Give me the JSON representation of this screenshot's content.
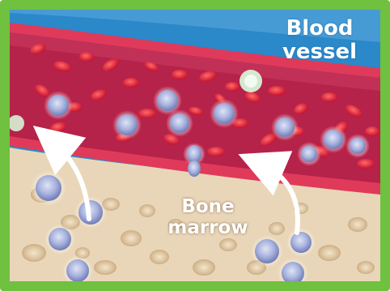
{
  "labels": {
    "blood_vessel": [
      "Blood",
      "vessel"
    ],
    "bone_marrow": [
      "Bone",
      "marrow"
    ]
  },
  "colors": {
    "frame": "#6fc13f",
    "sky": "#2b88c9",
    "vessel_wall": "#d92f52",
    "vessel_lumen": "#b5224a",
    "marrow": "#e9d6b8",
    "red_cell": "#e0263a",
    "white_cell": "#9aa6d4",
    "arrow": "#ffffff"
  },
  "icons": {
    "migration_arrow": "curved-arrow-up",
    "cell": "blood-cell"
  }
}
